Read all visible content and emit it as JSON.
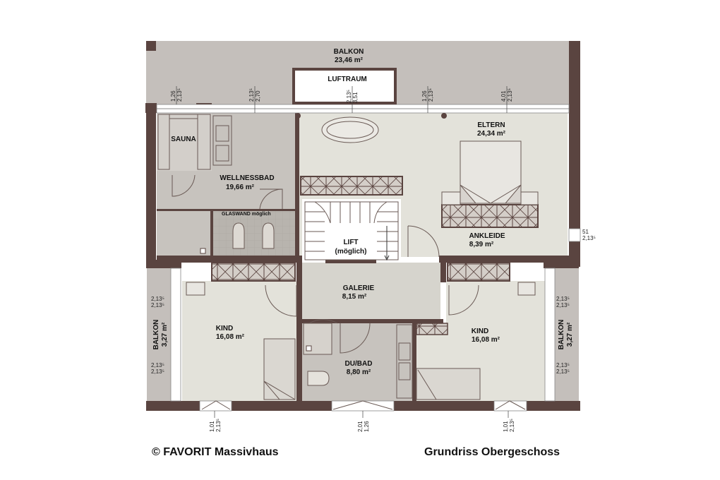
{
  "colors": {
    "wall": "#5a4440",
    "outdoor": "#c4bfbb",
    "room_light": "#e3e2da",
    "room_mid": "#c7c3be",
    "room_dark": "#b8b4ae",
    "gallery": "#d6d4cd"
  },
  "rooms": {
    "balkon_top": {
      "name": "BALKON",
      "area": "23,46 m²"
    },
    "luftraum": {
      "name": "LUFTRAUM"
    },
    "eltern": {
      "name": "ELTERN",
      "area": "24,34 m²"
    },
    "sauna": {
      "name": "SAUNA"
    },
    "wellnessbad": {
      "name": "WELLNESSBAD",
      "area": "19,66 m²"
    },
    "glaswand_note": "GLASWAND möglich",
    "lift": {
      "name": "LIFT",
      "sub": "(möglich)"
    },
    "ankleide": {
      "name": "ANKLEIDE",
      "area": "8,39 m²"
    },
    "galerie": {
      "name": "GALERIE",
      "area": "8,15 m²"
    },
    "kind_left": {
      "name": "KIND",
      "area": "16,08 m²"
    },
    "kind_right": {
      "name": "KIND",
      "area": "16,08 m²"
    },
    "dubad": {
      "name": "DU/BAD",
      "area": "8,80 m²"
    },
    "balkon_left": {
      "name": "BALKON",
      "area": "3,27 m²"
    },
    "balkon_right": {
      "name": "BALKON",
      "area": "3,27 m²"
    }
  },
  "dimensions": {
    "top_1": [
      "1,26",
      "2,13⁵"
    ],
    "top_2": [
      "2,13⁵",
      "2,70"
    ],
    "top_3": [
      "2,13⁵",
      "3,51"
    ],
    "top_4": [
      "1,26",
      "2,13⁵"
    ],
    "top_5": [
      "4,01",
      "2,13⁵"
    ],
    "right_mid": [
      "51",
      "2,13⁵"
    ],
    "left_a": [
      "2,13⁵",
      "2,13⁵"
    ],
    "left_b": [
      "2,13⁵",
      "2,13⁵"
    ],
    "right_a": [
      "2,13⁵",
      "2,13⁵"
    ],
    "right_b": [
      "2,13⁵",
      "2,13⁵"
    ],
    "bottom_1": [
      "1,01",
      "2,13⁵"
    ],
    "bottom_2": [
      "2,01",
      "1,26"
    ],
    "bottom_3": [
      "1,01",
      "2,13⁵"
    ]
  },
  "footer": {
    "copyright": "© FAVORIT Massivhaus",
    "title": "Grundriss Obergeschoss"
  }
}
